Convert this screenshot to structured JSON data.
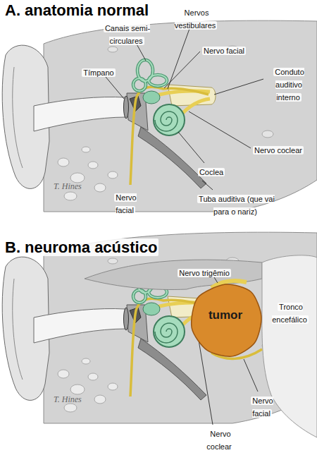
{
  "diagram": {
    "nodes": [
      {
        "text": [
          "tumor"
        ]
      }
    ],
    "labels": [
      "A. anatomia normal",
      "Canais semi-circulares",
      "Nervos vestibulares",
      "Nervo facial",
      "Conduto auditivo interno",
      "Tímpano",
      "Nervo coclear",
      "Coclea",
      "Nervo facial",
      "Tuba auditiva (que vai para o nariz)",
      "T. Hines",
      "B. neuroma acústico",
      "Nervo trigêmio",
      "Tronco encefálico",
      "Nervo facial",
      "Nervo coclear",
      "T. Hines"
    ]
  }
}
